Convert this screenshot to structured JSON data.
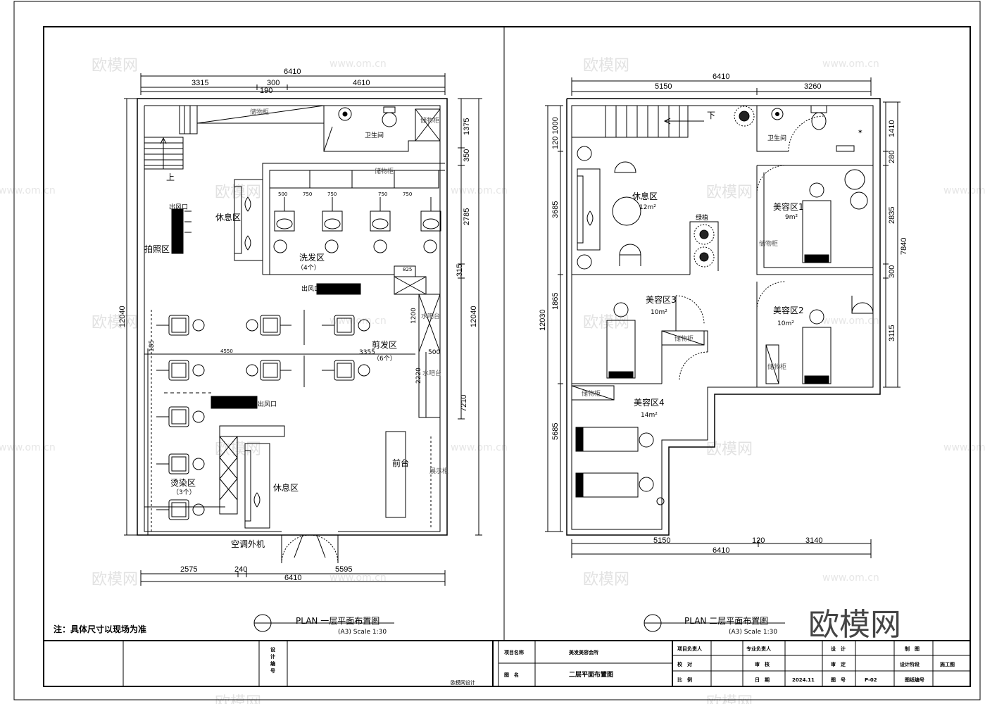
{
  "watermarks": {
    "logo": "欧模网",
    "url": "www.om.cn"
  },
  "big_watermark": "欧模网",
  "plan1": {
    "dims_top": [
      "6410",
      "3315",
      "300",
      "4610",
      "190"
    ],
    "dims_bottom": [
      "2575",
      "240",
      "5595",
      "6410"
    ],
    "dims_left": [
      "12040",
      "185"
    ],
    "dims_right": [
      "1375",
      "350",
      "2785",
      "315",
      "12040",
      "7210"
    ],
    "dims_inner": [
      "1200",
      "500",
      "2220",
      "3355",
      "4550",
      "825"
    ],
    "sink_dims": [
      "500",
      "750",
      "750",
      "750",
      "750"
    ],
    "rooms": {
      "storage": "储物柜",
      "toilet": "卫生间",
      "stair_up": "上",
      "wind_door_top": "出风口",
      "photo": "拍照区",
      "rest_top": "休息区",
      "wash_area": "洗发区",
      "wash_count": "（4个）",
      "wind_door_mid": "出风口",
      "cut_area": "剪发区",
      "cut_count": "（6个）",
      "water_bar": "水吧台",
      "dye_area": "烫染区",
      "dye_count": "（3个）",
      "rest_bottom": "休息区",
      "counter": "前台",
      "display": "展示柜",
      "wind_door_low": "出风口",
      "ac": "空调外机",
      "cabinet": "储物柜"
    },
    "caption_title": "PLAN  一层平面布置图",
    "caption_scale": "(A3) Scale  1:30",
    "note": "注：具体尺寸以现场为准"
  },
  "plan2": {
    "dims_top": [
      "6410",
      "5150",
      "3260"
    ],
    "dims_bottom": [
      "5150",
      "120",
      "3140",
      "6410"
    ],
    "dims_left": [
      "120 1000",
      "3685",
      "12030",
      "1865",
      "5685"
    ],
    "dims_right": [
      "1410",
      "280",
      "2835",
      "7840",
      "300",
      "3115"
    ],
    "rooms": {
      "stair_down": "下",
      "toilet": "卫生间",
      "rest": "休息区",
      "rest_area": "12m²",
      "plant": "绿植",
      "beauty1": "美容区1",
      "beauty1_area": "9m²",
      "beauty2": "美容区2",
      "beauty2_area": "10m²",
      "beauty3": "美容区3",
      "beauty3_area": "10m²",
      "beauty4": "美容区4",
      "beauty4_area": "14m²",
      "cabinet": "储物柜"
    },
    "caption_title": "PLAN  二层平面布置图",
    "caption_scale": "(A3) Scale  1:30"
  },
  "title_block": {
    "design_no": "设计编号",
    "project_name_label": "项目名称",
    "project_name": "美发美容会所",
    "drawing_label": "图　名",
    "drawing_name": "二层平面布置图",
    "project_lead": "项目负责人",
    "pro_lead": "专业负责人",
    "design": "设　计",
    "drawn": "制　图",
    "check": "校　对",
    "review": "审　核",
    "approve": "审　定",
    "design_stage": "设计阶段",
    "stage_value": "施工图",
    "draw_date": "比　例",
    "date_label": "日　期",
    "date_value": "2024.11",
    "fig_no": "图　号",
    "fig_value": "P-02",
    "sheet": "图纸编号",
    "company": "欧模网设计"
  }
}
